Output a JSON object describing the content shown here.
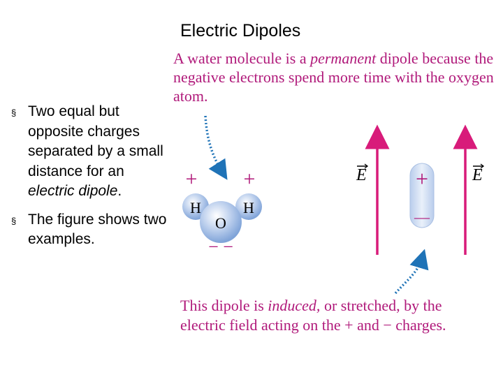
{
  "slide": {
    "title": "Electric Dipoles",
    "bullets": [
      {
        "marker": "§",
        "text_before": "Two equal but opposite charges separated by a small distance for an ",
        "emphasis": "electric dipole",
        "text_after": "."
      },
      {
        "marker": "§",
        "text": "The figure shows two examples."
      }
    ]
  },
  "figure": {
    "top_caption": {
      "before": "A water molecule is a ",
      "emphasis": "permanent",
      "after": " dipole because the negative electrons spend more time with the oxygen atom."
    },
    "bottom_caption": {
      "before": "This dipole is ",
      "emphasis": "induced,",
      "after": " or stretched, by the electric field acting on the + and − charges."
    },
    "water": {
      "plus_left": "+",
      "plus_right": "+",
      "h_left": "H",
      "h_right": "H",
      "o": "O",
      "minus": "− −"
    },
    "field": {
      "label_left": "E",
      "label_right": "E",
      "dipole_plus": "+",
      "dipole_minus": "—"
    },
    "colors": {
      "arrow": "#d81b7a",
      "caption": "#b0197a",
      "pointer": "#1f73b7",
      "atom": "#7fa3d8"
    }
  }
}
